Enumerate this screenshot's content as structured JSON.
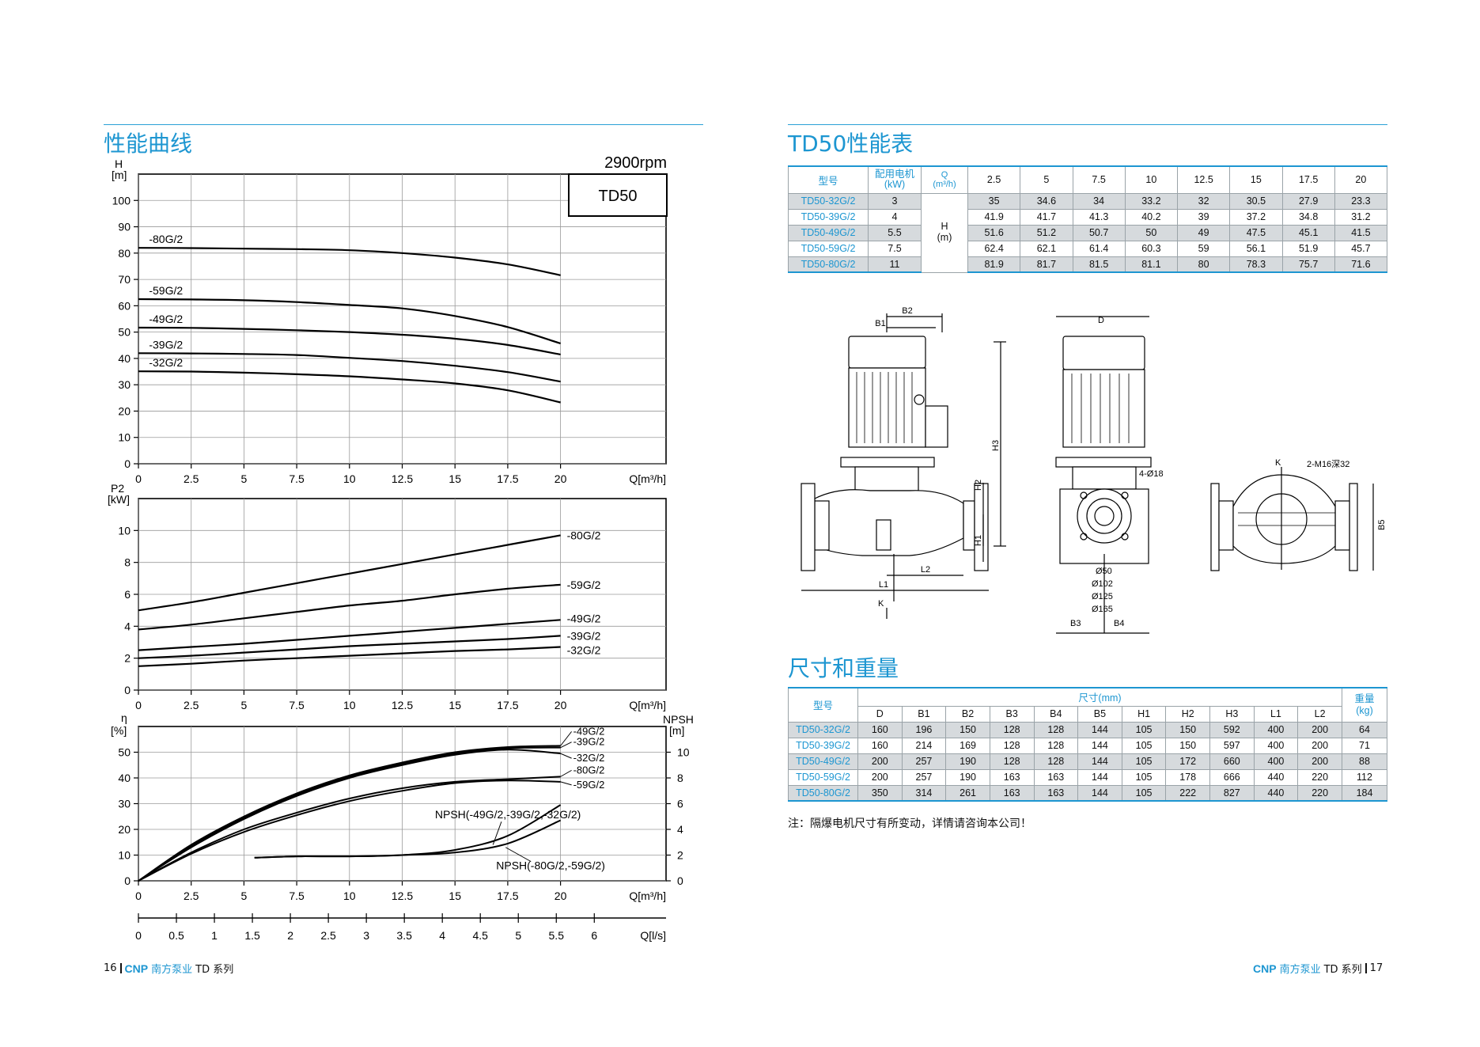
{
  "left": {
    "section_title": "性能曲线",
    "speed": "2900rpm",
    "model_box": "TD50",
    "footer": {
      "page": "16",
      "logo": "CNP",
      "brand": "南方泵业",
      "series": "TD 系列"
    }
  },
  "right": {
    "perf_title": "TD50性能表",
    "perf_table": {
      "headers": {
        "model": "型号",
        "motor": "配用电机",
        "motor_unit": "(kW)",
        "q": "Q",
        "q_unit": "(m³/h)"
      },
      "q_values": [
        "2.5",
        "5",
        "7.5",
        "10",
        "12.5",
        "15",
        "17.5",
        "20"
      ],
      "h_label": "H",
      "h_unit": "(m)",
      "rows": [
        {
          "model": "TD50-32G/2",
          "kw": "3",
          "h": [
            "35",
            "34.6",
            "34",
            "33.2",
            "32",
            "30.5",
            "27.9",
            "23.3"
          ]
        },
        {
          "model": "TD50-39G/2",
          "kw": "4",
          "h": [
            "41.9",
            "41.7",
            "41.3",
            "40.2",
            "39",
            "37.2",
            "34.8",
            "31.2"
          ]
        },
        {
          "model": "TD50-49G/2",
          "kw": "5.5",
          "h": [
            "51.6",
            "51.2",
            "50.7",
            "50",
            "49",
            "47.5",
            "45.1",
            "41.5"
          ]
        },
        {
          "model": "TD50-59G/2",
          "kw": "7.5",
          "h": [
            "62.4",
            "62.1",
            "61.4",
            "60.3",
            "59",
            "56.1",
            "51.9",
            "45.7"
          ]
        },
        {
          "model": "TD50-80G/2",
          "kw": "11",
          "h": [
            "81.9",
            "81.7",
            "81.5",
            "81.1",
            "80",
            "78.3",
            "75.7",
            "71.6"
          ]
        }
      ]
    },
    "drawing_labels": {
      "b1": "B1",
      "b2": "B2",
      "b3": "B3",
      "b4": "B4",
      "b5": "B5",
      "d": "D",
      "h1": "H1",
      "h2": "H2",
      "h3": "H3",
      "l1": "L1",
      "l2": "L2",
      "k": "K",
      "k2": "K",
      "bolts": "4-Ø18",
      "thread": "2-M16深32",
      "d50": "Ø50",
      "d102": "Ø102",
      "d125": "Ø125",
      "d165": "Ø165"
    },
    "dim_title": "尺寸和重量",
    "dim_table": {
      "model_header": "型号",
      "size_header": "尺寸(mm)",
      "weight_header": "重量",
      "weight_unit": "(kg)",
      "cols": [
        "D",
        "B1",
        "B2",
        "B3",
        "B4",
        "B5",
        "H1",
        "H2",
        "H3",
        "L1",
        "L2"
      ],
      "rows": [
        {
          "model": "TD50-32G/2",
          "v": [
            "160",
            "196",
            "150",
            "128",
            "128",
            "144",
            "105",
            "150",
            "592",
            "400",
            "200"
          ],
          "w": "64"
        },
        {
          "model": "TD50-39G/2",
          "v": [
            "160",
            "214",
            "169",
            "128",
            "128",
            "144",
            "105",
            "150",
            "597",
            "400",
            "200"
          ],
          "w": "71"
        },
        {
          "model": "TD50-49G/2",
          "v": [
            "200",
            "257",
            "190",
            "128",
            "128",
            "144",
            "105",
            "172",
            "660",
            "400",
            "200"
          ],
          "w": "88"
        },
        {
          "model": "TD50-59G/2",
          "v": [
            "200",
            "257",
            "190",
            "163",
            "163",
            "144",
            "105",
            "178",
            "666",
            "440",
            "220"
          ],
          "w": "112"
        },
        {
          "model": "TD50-80G/2",
          "v": [
            "350",
            "314",
            "261",
            "163",
            "163",
            "144",
            "105",
            "222",
            "827",
            "440",
            "220"
          ],
          "w": "184"
        }
      ]
    },
    "note": "注：隔爆电机尺寸有所变动，详情请咨询本公司！",
    "footer": {
      "page": "17",
      "logo": "CNP",
      "brand": "南方泵业",
      "series": "TD 系列"
    }
  },
  "chart_data": [
    {
      "type": "line",
      "title": "",
      "xlabel": "Q[m³/h]",
      "ylabel": "H [m]",
      "xlim": [
        0,
        25
      ],
      "ylim": [
        0,
        110
      ],
      "xticks": [
        0,
        2.5,
        5,
        7.5,
        10,
        12.5,
        15,
        17.5,
        20
      ],
      "yticks": [
        0,
        10,
        20,
        30,
        40,
        50,
        60,
        70,
        80,
        90,
        100
      ],
      "grid": true,
      "series": [
        {
          "name": "-80G/2",
          "x": [
            0,
            2.5,
            5,
            7.5,
            10,
            12.5,
            15,
            17.5,
            20
          ],
          "y": [
            82,
            81.9,
            81.7,
            81.5,
            81.1,
            80,
            78.3,
            75.7,
            71.6
          ]
        },
        {
          "name": "-59G/2",
          "x": [
            0,
            2.5,
            5,
            7.5,
            10,
            12.5,
            15,
            17.5,
            20
          ],
          "y": [
            62.5,
            62.4,
            62.1,
            61.4,
            60.3,
            59,
            56.1,
            51.9,
            45.7
          ]
        },
        {
          "name": "-49G/2",
          "x": [
            0,
            2.5,
            5,
            7.5,
            10,
            12.5,
            15,
            17.5,
            20
          ],
          "y": [
            51.7,
            51.6,
            51.2,
            50.7,
            50,
            49,
            47.5,
            45.1,
            41.5
          ]
        },
        {
          "name": "-39G/2",
          "x": [
            0,
            2.5,
            5,
            7.5,
            10,
            12.5,
            15,
            17.5,
            20
          ],
          "y": [
            42,
            41.9,
            41.7,
            41.3,
            40.2,
            39,
            37.2,
            34.8,
            31.2
          ]
        },
        {
          "name": "-32G/2",
          "x": [
            0,
            2.5,
            5,
            7.5,
            10,
            12.5,
            15,
            17.5,
            20
          ],
          "y": [
            35.1,
            35,
            34.6,
            34,
            33.2,
            32,
            30.5,
            27.9,
            23.3
          ]
        }
      ]
    },
    {
      "type": "line",
      "title": "",
      "xlabel": "Q[m³/h]",
      "ylabel": "P2 [kW]",
      "xlim": [
        0,
        25
      ],
      "ylim": [
        0,
        12
      ],
      "xticks": [
        0,
        2.5,
        5,
        7.5,
        10,
        12.5,
        15,
        17.5,
        20
      ],
      "yticks": [
        0,
        2,
        4,
        6,
        8,
        10
      ],
      "grid": true,
      "series": [
        {
          "name": "-80G/2",
          "x": [
            0,
            2.5,
            5,
            7.5,
            10,
            12.5,
            15,
            17.5,
            20
          ],
          "y": [
            5.0,
            5.5,
            6.1,
            6.7,
            7.3,
            7.9,
            8.5,
            9.1,
            9.7
          ]
        },
        {
          "name": "-59G/2",
          "x": [
            0,
            2.5,
            5,
            7.5,
            10,
            12.5,
            15,
            17.5,
            20
          ],
          "y": [
            3.8,
            4.1,
            4.5,
            4.9,
            5.3,
            5.6,
            6.0,
            6.35,
            6.6
          ]
        },
        {
          "name": "-49G/2",
          "x": [
            0,
            2.5,
            5,
            7.5,
            10,
            12.5,
            15,
            17.5,
            20
          ],
          "y": [
            2.5,
            2.7,
            2.9,
            3.15,
            3.4,
            3.65,
            3.9,
            4.15,
            4.4
          ]
        },
        {
          "name": "-39G/2",
          "x": [
            0,
            2.5,
            5,
            7.5,
            10,
            12.5,
            15,
            17.5,
            20
          ],
          "y": [
            2.0,
            2.15,
            2.35,
            2.55,
            2.75,
            2.9,
            3.05,
            3.2,
            3.4
          ]
        },
        {
          "name": "-32G/2",
          "x": [
            0,
            2.5,
            5,
            7.5,
            10,
            12.5,
            15,
            17.5,
            20
          ],
          "y": [
            1.5,
            1.65,
            1.85,
            2.0,
            2.15,
            2.3,
            2.45,
            2.55,
            2.7
          ]
        }
      ]
    },
    {
      "type": "line",
      "title": "",
      "xlabel": "Q[m³/h]",
      "x2label": "Q[l/s]",
      "ylabel": "η [%]",
      "y2label": "NPSH [m]",
      "xlim": [
        0,
        25
      ],
      "ylim": [
        0,
        60
      ],
      "y2lim": [
        0,
        12
      ],
      "xticks": [
        0,
        2.5,
        5,
        7.5,
        10,
        12.5,
        15,
        17.5,
        20
      ],
      "x2ticks": [
        0,
        0.5,
        1,
        1.5,
        2,
        2.5,
        3,
        3.5,
        4,
        4.5,
        5,
        5.5,
        6
      ],
      "yticks": [
        0,
        10,
        20,
        30,
        40,
        50
      ],
      "y2ticks": [
        0,
        2,
        4,
        6,
        8,
        10
      ],
      "grid": true,
      "series": [
        {
          "name": "-49G/2",
          "axis": "eta",
          "x": [
            0,
            2.5,
            5,
            7.5,
            10,
            12.5,
            15,
            17.5,
            20
          ],
          "y": [
            0,
            14,
            25,
            34,
            41,
            46,
            50,
            52,
            52.5
          ]
        },
        {
          "name": "-39G/2",
          "axis": "eta",
          "x": [
            0,
            2.5,
            5,
            7.5,
            10,
            12.5,
            15,
            17.5,
            20
          ],
          "y": [
            0,
            13.5,
            24.5,
            33.5,
            40.5,
            45.5,
            49.5,
            51.5,
            51.8
          ]
        },
        {
          "name": "-32G/2",
          "axis": "eta",
          "x": [
            0,
            2.5,
            5,
            7.5,
            10,
            12.5,
            15,
            17.5,
            20
          ],
          "y": [
            0,
            13,
            24,
            33,
            40,
            45,
            49,
            51,
            49.5
          ]
        },
        {
          "name": "-80G/2",
          "axis": "eta",
          "x": [
            0,
            2.5,
            5,
            7.5,
            10,
            12.5,
            15,
            17.5,
            20
          ],
          "y": [
            0,
            11,
            20,
            26.5,
            32,
            36,
            38.5,
            39.5,
            40.5
          ]
        },
        {
          "name": "-59G/2",
          "axis": "eta",
          "x": [
            0,
            2.5,
            5,
            7.5,
            10,
            12.5,
            15,
            17.5,
            20
          ],
          "y": [
            0,
            10.5,
            19,
            25.5,
            31,
            35,
            38,
            39,
            38.5
          ]
        },
        {
          "name": "NPSH(-49G/2,-39G/2,-32G/2)",
          "axis": "npsh",
          "x": [
            5.5,
            7.5,
            10,
            12.5,
            15,
            17.5,
            20
          ],
          "y": [
            1.8,
            1.9,
            1.9,
            2.0,
            2.4,
            3.5,
            5.9
          ]
        },
        {
          "name": "NPSH(-80G/2,-59G/2)",
          "axis": "npsh",
          "x": [
            5.5,
            7.5,
            10,
            12.5,
            15,
            17.5,
            20
          ],
          "y": [
            1.8,
            1.9,
            1.9,
            2.0,
            2.2,
            2.9,
            4.7
          ]
        }
      ]
    }
  ]
}
